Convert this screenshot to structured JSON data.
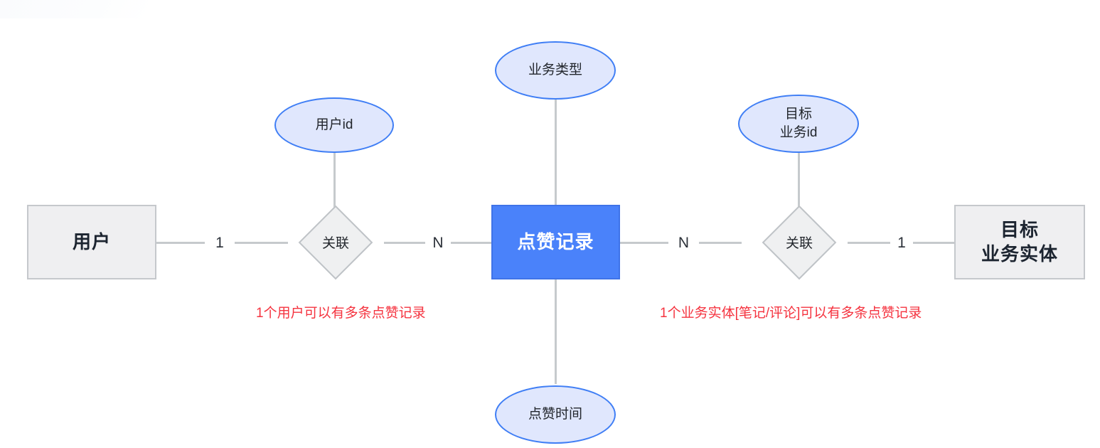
{
  "diagram": {
    "type": "er-diagram",
    "title_text": "",
    "colors": {
      "background": "#ffffff",
      "entity_fill": "#efeff1",
      "entity_border": "#c5c8cc",
      "primary_entity_fill": "#4a82fa",
      "primary_entity_border": "#3f73e8",
      "primary_entity_text": "#ffffff",
      "attribute_fill": "#e0e7fd",
      "attribute_border": "#3f7ef5",
      "relationship_fill": "#eff0f1",
      "relationship_border": "#bfc3c7",
      "connector": "#c6cacd",
      "note_text": "#f5333f",
      "label_text": "#22262c"
    },
    "entities": [
      {
        "id": "user",
        "label_lines": [
          "用户"
        ],
        "kind": "entity"
      },
      {
        "id": "like_record",
        "label_lines": [
          "点赞记录"
        ],
        "kind": "entity-primary"
      },
      {
        "id": "target_entity",
        "label_lines": [
          "目标",
          "业务实体"
        ],
        "kind": "entity"
      }
    ],
    "attributes": [
      {
        "id": "user_id",
        "label_lines": [
          "用户id"
        ],
        "owner": "left-relationship"
      },
      {
        "id": "biz_type",
        "label_lines": [
          "业务类型"
        ],
        "owner": "like_record"
      },
      {
        "id": "target_biz_id",
        "label_lines": [
          "目标",
          "业务id"
        ],
        "owner": "right-relationship"
      },
      {
        "id": "like_time",
        "label_lines": [
          "点赞时间"
        ],
        "owner": "like_record"
      }
    ],
    "relationships": [
      {
        "id": "rel_left",
        "label": "关联",
        "left_cardinality": "1",
        "right_cardinality": "N",
        "connects": [
          "user",
          "like_record"
        ]
      },
      {
        "id": "rel_right",
        "label": "关联",
        "left_cardinality": "N",
        "right_cardinality": "1",
        "connects": [
          "like_record",
          "target_entity"
        ]
      }
    ],
    "notes": [
      {
        "id": "note_left",
        "text": "1个用户可以有多条点赞记录"
      },
      {
        "id": "note_right",
        "text": "1个业务实体[笔记/评论]可以有多条点赞记录"
      }
    ]
  }
}
